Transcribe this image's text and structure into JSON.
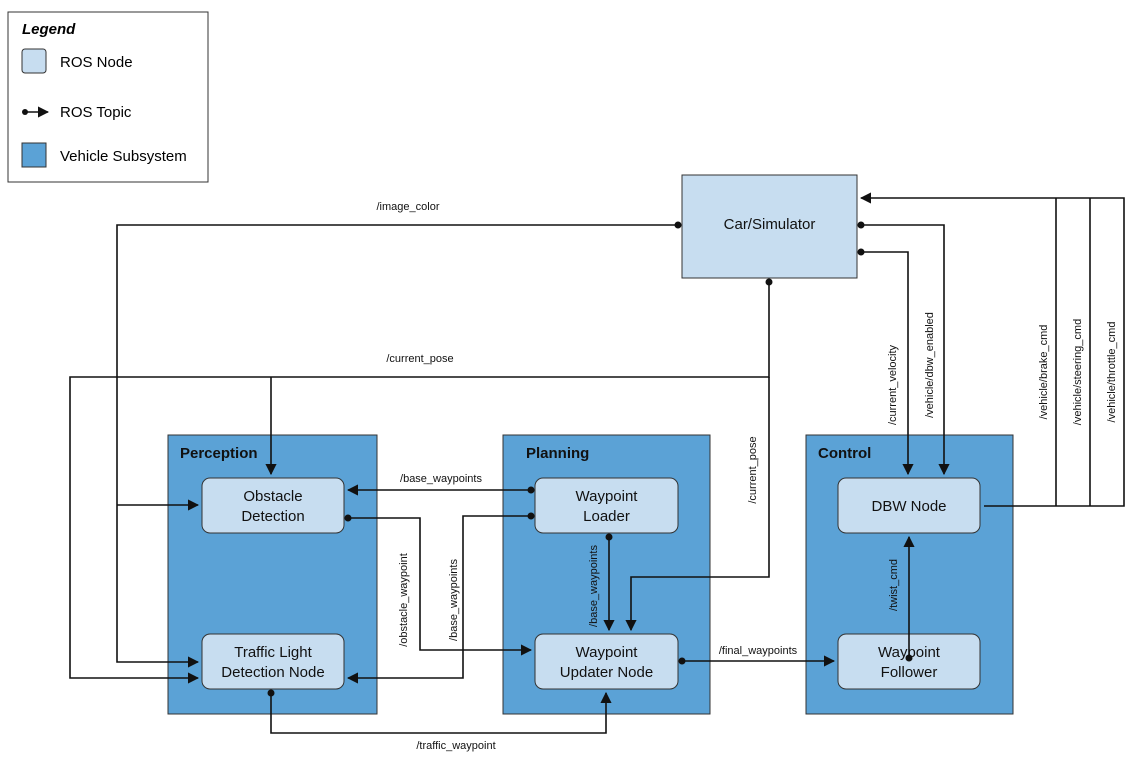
{
  "legend": {
    "title": "Legend",
    "items": [
      {
        "label": "ROS Node"
      },
      {
        "label": "ROS Topic"
      },
      {
        "label": "Vehicle Subsystem"
      }
    ]
  },
  "subsystems": {
    "perception": "Perception",
    "planning": "Planning",
    "control": "Control"
  },
  "nodes": {
    "car": [
      "Car/Simulator"
    ],
    "obstacle": [
      "Obstacle",
      "Detection"
    ],
    "traffic": [
      "Traffic Light",
      "Detection Node"
    ],
    "wp_loader": [
      "Waypoint",
      "Loader"
    ],
    "wp_updater": [
      "Waypoint",
      "Updater Node"
    ],
    "dbw": [
      "DBW Node"
    ],
    "wp_follower": [
      "Waypoint",
      "Follower"
    ]
  },
  "topics": {
    "image_color": "/image_color",
    "current_pose": "/current_pose",
    "current_pose_2": "/current_pose",
    "current_velocity": "/current_velocity",
    "dbw_enabled": "/vehicle/dbw_enabled",
    "brake_cmd": "/vehicle/brake_cmd",
    "steering_cmd": "/vehicle/steering_cmd",
    "throttle_cmd": "/vehicle/throttle_cmd",
    "base_waypoints_1": "/base_waypoints",
    "base_waypoints_2": "/base_waypoints",
    "base_waypoints_3": "/base_waypoints",
    "obstacle_waypoint": "/obstacle_waypoint",
    "final_waypoints": "/final_waypoints",
    "twist_cmd": "/twist_cmd",
    "traffic_waypoint": "/traffic_waypoint"
  },
  "colors": {
    "node_fill": "#c7ddf0",
    "subsystem_fill": "#5ba2d6",
    "outline": "#333333"
  }
}
